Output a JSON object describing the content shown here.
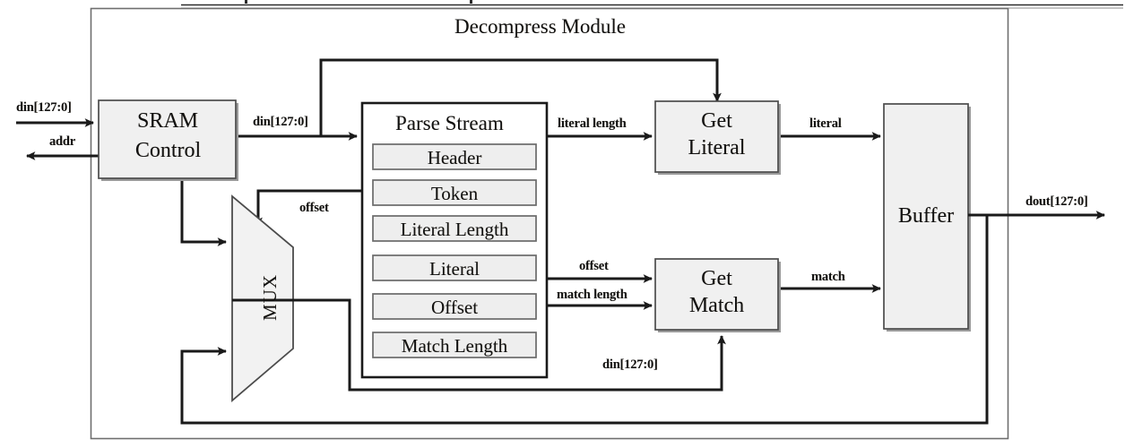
{
  "diagram": {
    "title": "Decompress Module",
    "blocks": {
      "sram": "SRAM\nControl",
      "sram_line1": "SRAM",
      "sram_line2": "Control",
      "mux": "MUX",
      "parse_stream": "Parse Stream",
      "get_literal_line1": "Get",
      "get_literal_line2": "Literal",
      "get_match_line1": "Get",
      "get_match_line2": "Match",
      "buffer": "Buffer"
    },
    "parse_items": [
      "Header",
      "Token",
      "Literal Length",
      "Literal",
      "Offset",
      "Match Length"
    ],
    "signals": {
      "din_in": "din[127:0]",
      "addr": "addr",
      "din_sram_out": "din[127:0]",
      "offset_mux": "offset",
      "literal_length": "literal length",
      "literal": "literal",
      "offset_match": "offset",
      "match_length": "match length",
      "din_match": "din[127:0]",
      "match": "match",
      "dout": "dout[127:0]"
    },
    "colors": {
      "wire": "#1a1a1a",
      "block_fill": "#f0f0f0",
      "block_stroke": "#4c4c4c",
      "item_fill": "#eeeeee",
      "frame_stroke": "#6e6e6e",
      "background": "#ffffff"
    }
  }
}
